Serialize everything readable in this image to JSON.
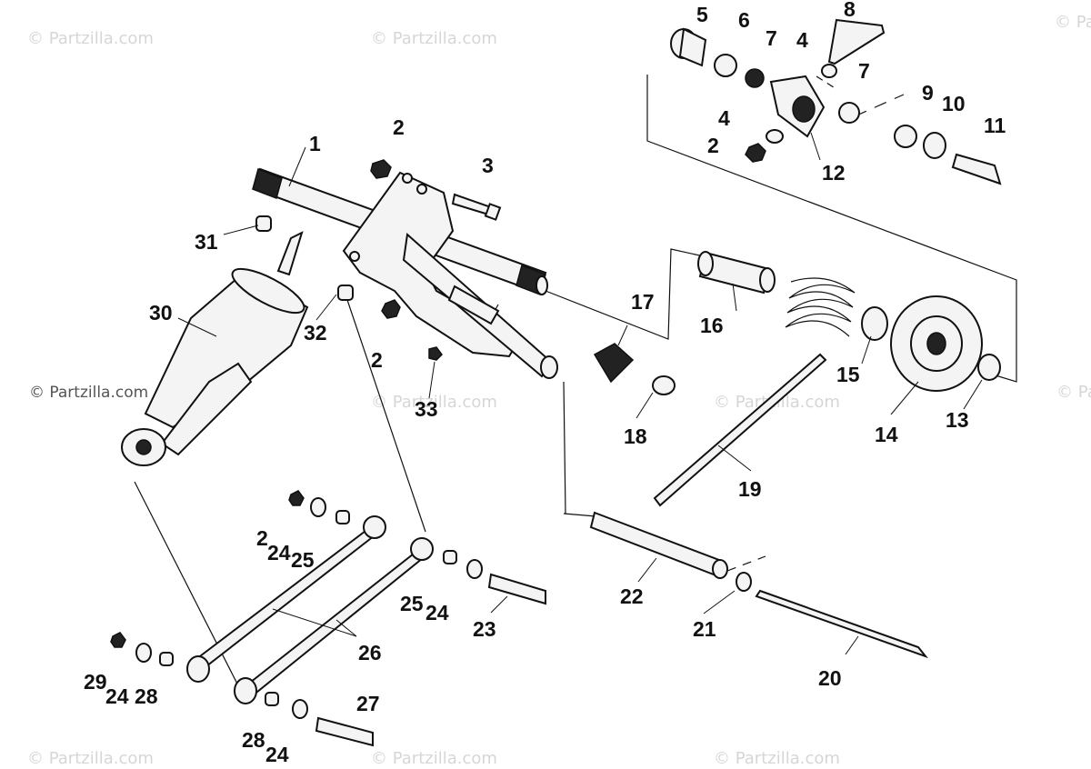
{
  "watermark": "© Partzilla.com",
  "callouts": [
    "1",
    "2",
    "3",
    "4",
    "5",
    "6",
    "7",
    "8",
    "9",
    "10",
    "11",
    "12",
    "13",
    "14",
    "15",
    "16",
    "17",
    "18",
    "19",
    "20",
    "21",
    "22",
    "23",
    "24",
    "25",
    "26",
    "27",
    "28",
    "29",
    "30",
    "31",
    "32",
    "33"
  ],
  "labels": {
    "l1": "1",
    "l2a": "2",
    "l2b": "2",
    "l2c": "2",
    "l2d": "2",
    "l3": "3",
    "l4a": "4",
    "l4b": "4",
    "l5": "5",
    "l6": "6",
    "l7a": "7",
    "l7b": "7",
    "l8": "8",
    "l9": "9",
    "l10": "10",
    "l11": "11",
    "l12": "12",
    "l13": "13",
    "l14": "14",
    "l15": "15",
    "l16": "16",
    "l17": "17",
    "l18": "18",
    "l19": "19",
    "l20": "20",
    "l21": "21",
    "l22": "22",
    "l23": "23",
    "l24a": "24",
    "l24b": "24",
    "l24c": "24",
    "l24d": "24",
    "l25a": "25",
    "l25b": "25",
    "l26": "26",
    "l27": "27",
    "l28a": "28",
    "l28b": "28",
    "l29": "29",
    "l30": "30",
    "l31": "31",
    "l32": "32",
    "l33": "33"
  }
}
